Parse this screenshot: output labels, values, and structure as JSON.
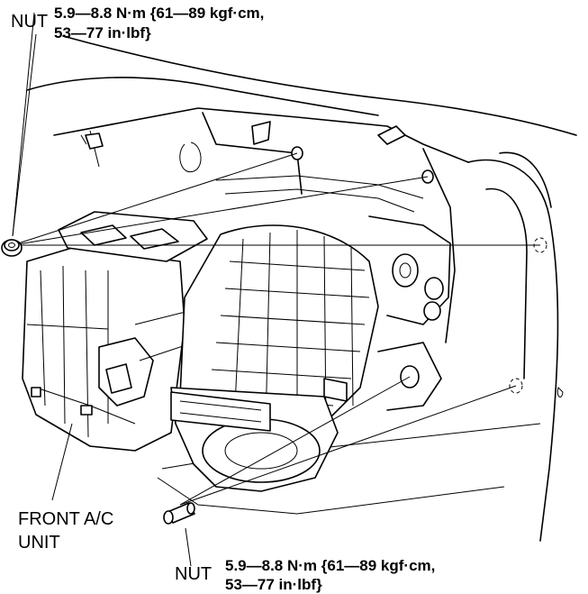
{
  "labels": {
    "top_nut": "NUT",
    "top_torque_line1": "5.9—8.8 N·m {61—89 kgf·cm,",
    "top_torque_line2": "53—77 in·lbf}",
    "unit_line1": "FRONT A/C",
    "unit_line2": "UNIT",
    "bottom_nut": "NUT",
    "bottom_torque_line1": "5.9—8.8 N·m {61—89 kgf·cm,",
    "bottom_torque_line2": "53—77 in·lbf}"
  }
}
